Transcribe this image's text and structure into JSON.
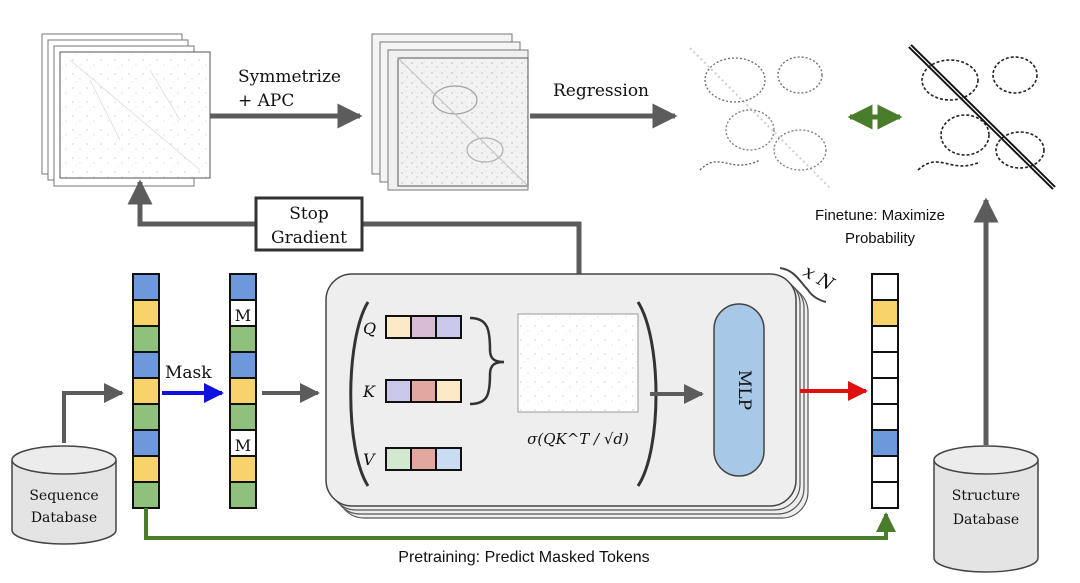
{
  "labels": {
    "symmetrize": "Symmetrize",
    "apc": "+ APC",
    "regression": "Regression",
    "stop": "Stop",
    "gradient": "Gradient",
    "finetune_line1": "Finetune: Maximize",
    "finetune_line2": "Probability",
    "times_n": "x N",
    "mask": "Mask",
    "mask_token": "M",
    "q": "Q",
    "k": "K",
    "v": "V",
    "mlp": "MLP",
    "softmax_formula": "σ(QK^T / √d)",
    "sequence_db_line1": "Sequence",
    "sequence_db_line2": "Database",
    "structure_db_line1": "Structure",
    "structure_db_line2": "Database",
    "pretraining": "Pretraining: Predict Masked Tokens"
  },
  "colors": {
    "token_blue": "#6d98dc",
    "token_yellow": "#f8d36a",
    "token_green": "#8fc07c",
    "token_white": "#ffffff",
    "q_colors": [
      "#fbe9c8",
      "#d8bcd6",
      "#c9c7ea"
    ],
    "k_colors": [
      "#c9c7ea",
      "#e2a8a0",
      "#fbe9c8"
    ],
    "v_colors": [
      "#d2e8cf",
      "#e2a8a0",
      "#c9dcf4"
    ],
    "mlp": "#a8c8e8",
    "arrow_gray": "#5c5c5c",
    "arrow_green": "#4a7d2b",
    "arrow_blue": "#1010e0",
    "arrow_red": "#e01010"
  },
  "sequences": {
    "input": [
      "blue",
      "yellow",
      "green",
      "blue",
      "yellow",
      "green",
      "blue",
      "yellow",
      "green"
    ],
    "masked": [
      "blue",
      "mask",
      "green",
      "blue",
      "yellow",
      "green",
      "mask",
      "yellow",
      "green"
    ],
    "output": [
      "white",
      "yellow",
      "white",
      "white",
      "white",
      "white",
      "blue",
      "white",
      "white"
    ]
  }
}
